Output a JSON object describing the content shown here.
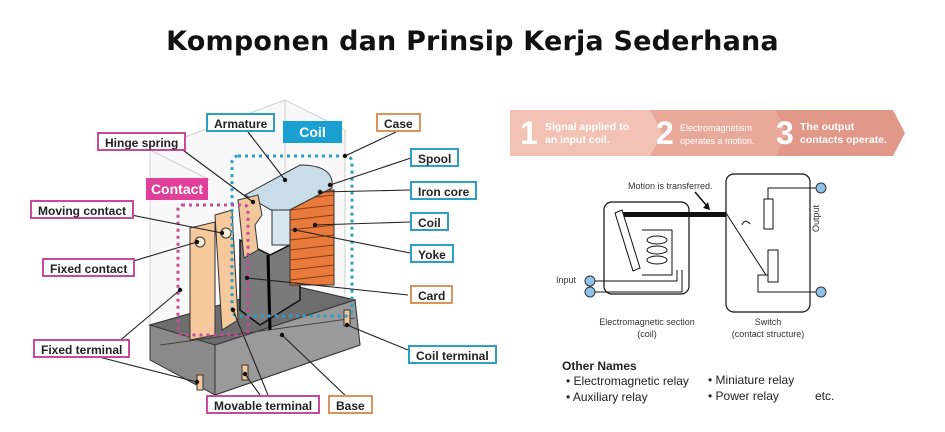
{
  "title": "Komponen dan Prinsip Kerja Sederhana",
  "relay_cutaway": {
    "group_tags": {
      "coil": "Coil",
      "contact": "Contact"
    },
    "labels": {
      "armature": "Armature",
      "case": "Case",
      "hinge_spring": "Hinge spring",
      "spool": "Spool",
      "iron_core": "Iron core",
      "moving_contact": "Moving contact",
      "coil": "Coil",
      "yoke": "Yoke",
      "fixed_contact": "Fixed contact",
      "card": "Card",
      "fixed_terminal": "Fixed terminal",
      "coil_terminal": "Coil terminal",
      "movable_terminal": "Movable terminal",
      "base": "Base"
    },
    "colors": {
      "contact": "#c84a9a",
      "coil": "#2e9ec4",
      "structure": "#d99560"
    }
  },
  "steps": [
    {
      "number": "1",
      "line1": "Signal applied to",
      "line2": "an input coil."
    },
    {
      "number": "2",
      "line1": "Electromagnetism",
      "line2": "operates a motion."
    },
    {
      "number": "3",
      "line1": "The output",
      "line2": "contacts operate."
    }
  ],
  "schematic": {
    "motion_label": "Motion is transferred.",
    "input_label": "Input",
    "output_label": "Output",
    "coil_section_line1": "Electromagnetic section",
    "coil_section_line2": "(coil)",
    "switch_line1": "Switch",
    "switch_line2": "(contact structure)"
  },
  "other_names": {
    "heading": "Other Names",
    "items": [
      "• Electromagnetic relay",
      "• Auxiliary relay",
      "• Miniature relay",
      "• Power relay"
    ],
    "etc": "etc."
  }
}
